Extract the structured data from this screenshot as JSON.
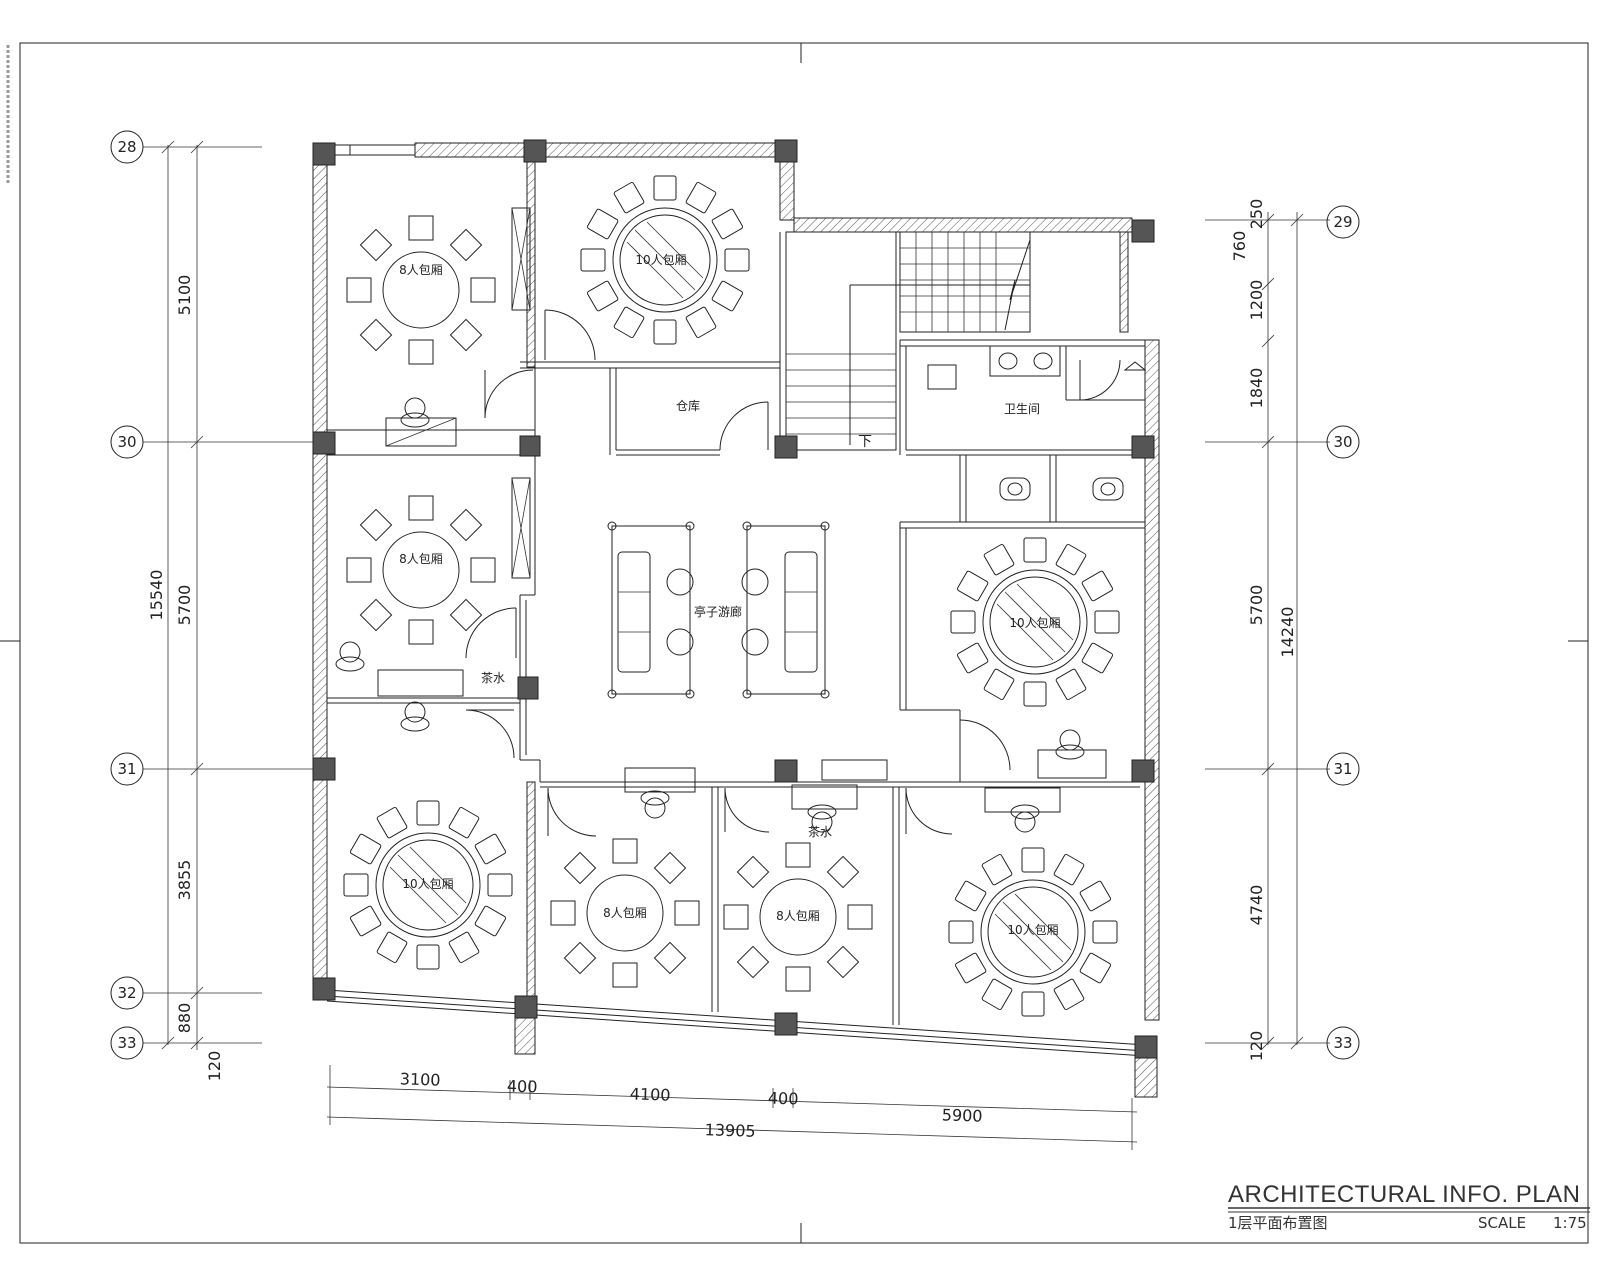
{
  "axes": {
    "left": [
      "28",
      "30",
      "31",
      "32",
      "33"
    ],
    "right": [
      "29",
      "30",
      "31",
      "33"
    ]
  },
  "dimensions": {
    "left": [
      "5100",
      "5700",
      "3855",
      "880",
      "120"
    ],
    "left_total": "15540",
    "right": [
      "250",
      "760",
      "1200",
      "1840",
      "5700",
      "4740",
      "120"
    ],
    "right_total": "14240",
    "bottom": [
      "3100",
      "400",
      "4100",
      "400",
      "5900"
    ],
    "bottom_total": "13905"
  },
  "rooms": {
    "eight_person_room": "8人包厢",
    "ten_person_room": "10人包厢",
    "storage": "仓库",
    "restroom": "卫生间",
    "lounge": "亭子游廊",
    "tea_water": "茶水",
    "down": "下"
  },
  "title_block": {
    "title": "ARCHITECTURAL INFO.  PLAN",
    "subtitle": "1层平面布置图",
    "scale_label": "SCALE",
    "scale_value": "1:75"
  }
}
